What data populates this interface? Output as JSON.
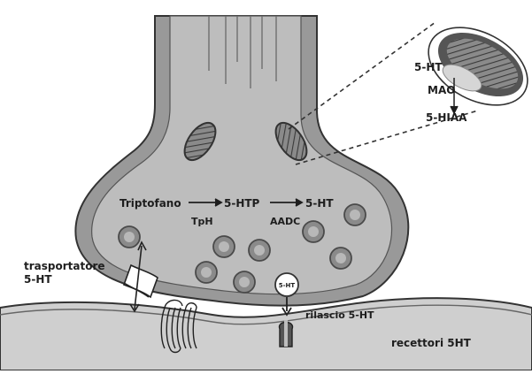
{
  "labels": {
    "ht_mito": "5-HT",
    "mao": "MAO",
    "hiaa": "5-HIAA",
    "triptofano": "Triptofano",
    "tph": "TpH",
    "htp": "5-HTP",
    "aadc": "AADC",
    "ht_path": "5-HT",
    "transporter_line1": "trasportatore",
    "transporter_line2": "5-HT",
    "release_vesicle": "5-HT",
    "rilascio": "rilascio 5-HT",
    "recettori": "recettori 5HT"
  },
  "colors": {
    "terminal_fill": "#bdbdbd",
    "membrane_band": "#999999",
    "outline": "#333333",
    "postsynaptic_fill": "#cfcfcf",
    "mitochondria": "#555555",
    "vesicle": "#8a8a8a"
  }
}
